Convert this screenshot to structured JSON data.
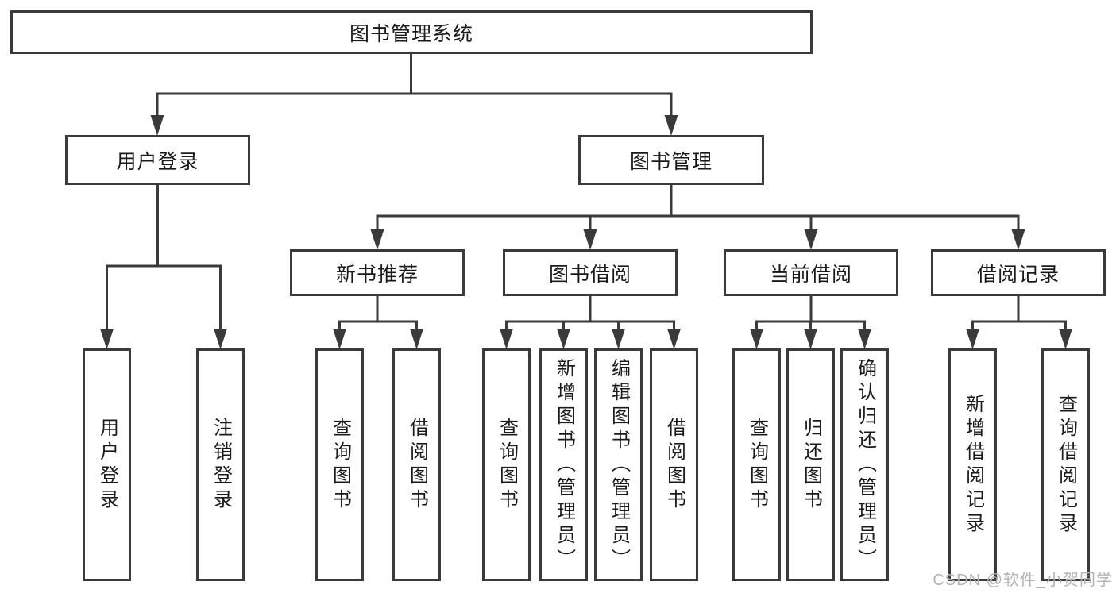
{
  "diagram": {
    "root": {
      "label": "图书管理系统"
    },
    "branches": [
      {
        "label": "用户登录",
        "children": [
          "用户登录",
          "注销登录"
        ]
      },
      {
        "label": "图书管理",
        "modules": [
          {
            "label": "新书推荐",
            "children": [
              "查询图书",
              "借阅图书"
            ]
          },
          {
            "label": "图书借阅",
            "children": [
              "查询图书",
              "新增图书（管理员）",
              "编辑图书（管理员）",
              "借阅图书"
            ]
          },
          {
            "label": "当前借阅",
            "children": [
              "查询图书",
              "归还图书",
              "确认归还（管理员）"
            ]
          },
          {
            "label": "借阅记录",
            "children": [
              "新增借阅记录",
              "查询借阅记录"
            ]
          }
        ]
      }
    ]
  },
  "watermark": "CSDN @软件_小贺同学",
  "colors": {
    "line": "#3a3a3a",
    "box_border": "#3a3a3a",
    "text": "#1a1a1a",
    "watermark": "#b3b3b3",
    "background": "#ffffff"
  }
}
